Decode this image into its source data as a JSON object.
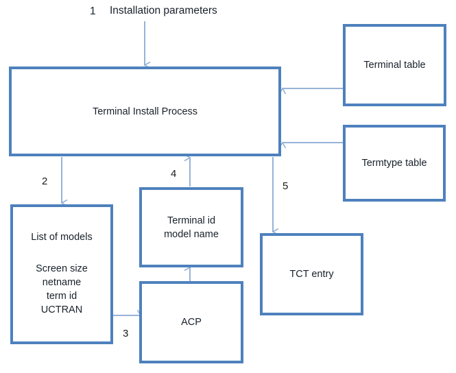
{
  "diagram": {
    "type": "flow-diagram",
    "title_caption": {
      "step": "1",
      "label": "Installation parameters"
    },
    "colors": {
      "node_border": "#4e81bd",
      "node_fill": "#ffffff",
      "arrow": "#95b3d7",
      "text": "#17202a",
      "background": "#ffffff"
    },
    "nodes": [
      {
        "id": "terminal-install-process",
        "lines": [
          "Terminal Install Process"
        ]
      },
      {
        "id": "terminal-table",
        "lines": [
          "Terminal table"
        ]
      },
      {
        "id": "termtype-table",
        "lines": [
          "Termtype table"
        ]
      },
      {
        "id": "list-of-models",
        "lines": [
          "List of models",
          "Screen size",
          "netname",
          "term id",
          "UCTRAN"
        ]
      },
      {
        "id": "terminal-id-model-name",
        "lines": [
          "Terminal id",
          "model name"
        ]
      },
      {
        "id": "acp",
        "lines": [
          "ACP"
        ]
      },
      {
        "id": "tct-entry",
        "lines": [
          "TCT entry"
        ]
      }
    ],
    "edges": [
      {
        "id": "installation-parameters-to-process",
        "label": "1",
        "from": "installation-parameters",
        "to": "terminal-install-process",
        "direction": "down"
      },
      {
        "id": "process-to-list-of-models",
        "label": "2",
        "from": "terminal-install-process",
        "to": "list-of-models",
        "direction": "down"
      },
      {
        "id": "list-of-models-to-acp",
        "label": "3",
        "from": "list-of-models",
        "to": "acp",
        "direction": "right"
      },
      {
        "id": "terminal-id-to-process",
        "label": "4",
        "from": "terminal-id-model-name",
        "to": "terminal-install-process",
        "direction": "up"
      },
      {
        "id": "process-to-tct-entry",
        "label": "5",
        "from": "terminal-install-process",
        "to": "tct-entry",
        "direction": "down"
      },
      {
        "id": "terminal-table-to-process",
        "label": "",
        "from": "terminal-table",
        "to": "terminal-install-process",
        "direction": "left"
      },
      {
        "id": "termtype-table-to-process",
        "label": "",
        "from": "termtype-table",
        "to": "terminal-install-process",
        "direction": "left"
      },
      {
        "id": "acp-to-terminal-id",
        "label": "",
        "from": "acp",
        "to": "terminal-id-model-name",
        "direction": "up"
      }
    ]
  }
}
